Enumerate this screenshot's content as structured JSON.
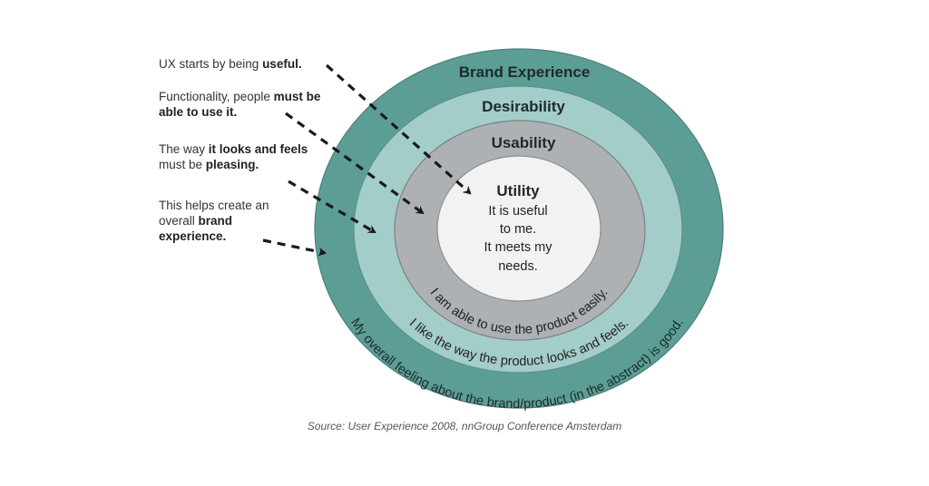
{
  "layers": [
    {
      "id": "brand",
      "title": "Brand Experience",
      "description": "My overall feeling about the brand/product (in the abstract) is good.",
      "fill": "#5c9e96"
    },
    {
      "id": "desirability",
      "title": "Desirability",
      "description": "I like the way the product looks and feels.",
      "fill": "#a3cdc8"
    },
    {
      "id": "usability",
      "title": "Usability",
      "description": "I am able to use the product easily.",
      "fill": "#aeb1b4"
    },
    {
      "id": "utility",
      "title": "Utility",
      "description_lines": [
        "It is useful",
        "to me.",
        "It meets my",
        "needs."
      ],
      "fill": "#f2f2f2"
    }
  ],
  "notes": [
    {
      "parts": [
        {
          "t": "UX starts by being ",
          "b": false
        },
        {
          "t": "useful.",
          "b": true
        }
      ]
    },
    {
      "parts": [
        {
          "t": "Functionality, people ",
          "b": false
        },
        {
          "t": "must",
          "b": true
        },
        {
          "t": " be able to use it.",
          "b": true
        }
      ]
    },
    {
      "parts": [
        {
          "t": "The way ",
          "b": false
        },
        {
          "t": "it looks and feels",
          "b": true
        },
        {
          "t": " must be ",
          "b": false
        },
        {
          "t": "pleasing.",
          "b": true
        }
      ]
    },
    {
      "parts": [
        {
          "t": "This helps create an overall ",
          "b": false
        },
        {
          "t": "brand experience.",
          "b": true
        }
      ]
    }
  ],
  "source": "Source: User Experience 2008, nnGroup Conference Amsterdam",
  "colors": {
    "stroke": "#4d7f79",
    "text": "#1f2a2a",
    "arrow": "#1a1a1a"
  }
}
